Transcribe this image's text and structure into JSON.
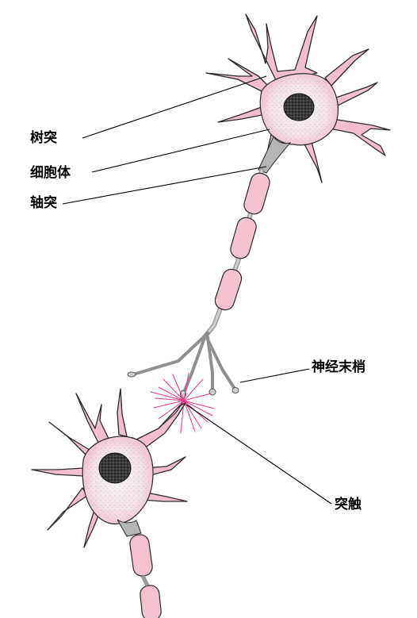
{
  "labels": {
    "dendrite": "树突",
    "soma": "细胞体",
    "axon": "轴突",
    "axon_terminal": "神经末梢",
    "synapse": "突触"
  },
  "icons": {
    "nucleus": "dark-speckled-nucleus",
    "synapse_burst": "magenta-starburst"
  },
  "colors": {
    "membrane": "#f3bfd0",
    "membrane_stroke": "#2a2a2a",
    "cytoplasm": "#f7eef1",
    "axon_grey": "#a9a9a9",
    "myelin": "#f4c3cf",
    "burst": "#e23a8a"
  }
}
